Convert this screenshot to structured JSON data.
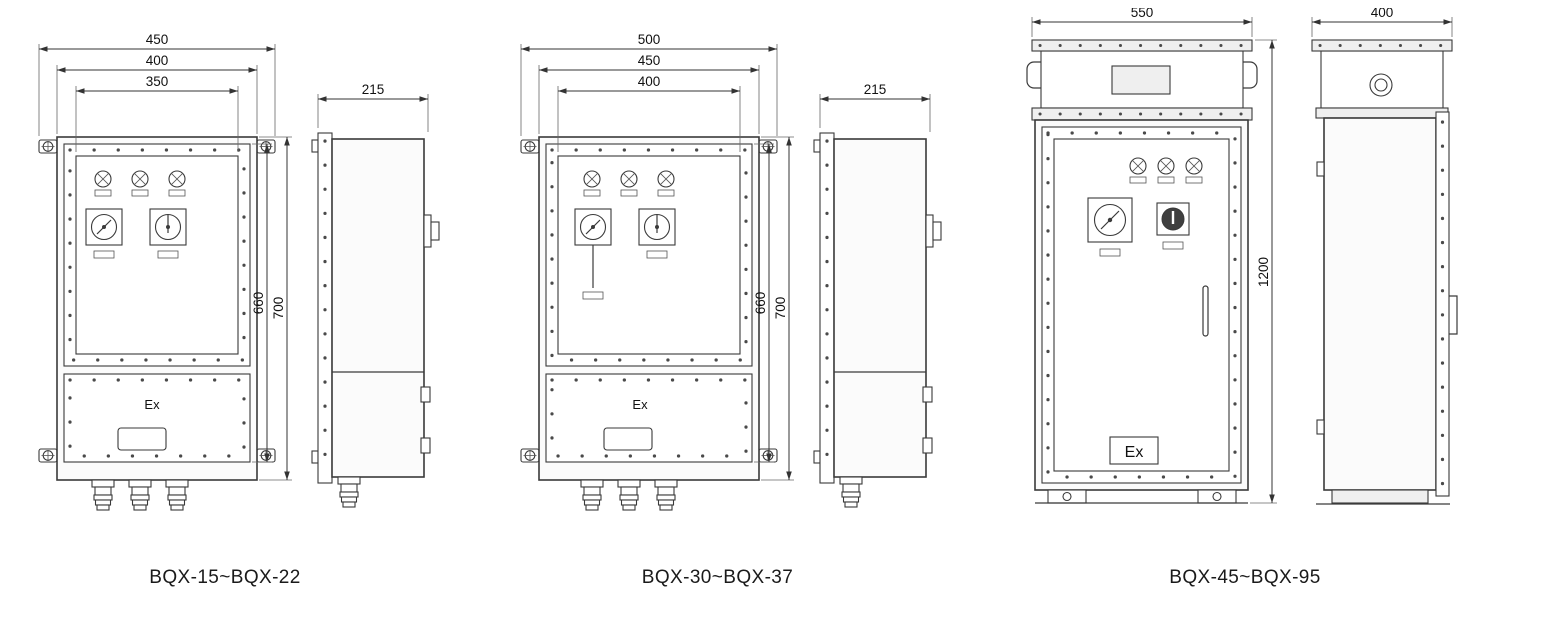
{
  "page": {
    "background": "#ffffff",
    "line_color": "#3a3a3a"
  },
  "diagrams": [
    {
      "caption": "BQX-15~BQX-22",
      "front": {
        "width_dims": [
          "450",
          "400",
          "350"
        ],
        "height_dims": [
          "660",
          "700"
        ],
        "ex_label": "Ex"
      },
      "side": {
        "depth_dim": "215"
      }
    },
    {
      "caption": "BQX-30~BQX-37",
      "front": {
        "width_dims": [
          "500",
          "450",
          "400"
        ],
        "height_dims": [
          "660",
          "700"
        ],
        "ex_label": "Ex"
      },
      "side": {
        "depth_dim": "215"
      }
    },
    {
      "caption": "BQX-45~BQX-95",
      "front": {
        "width_dims": [
          "550"
        ],
        "height_dims": [
          "1200"
        ],
        "ex_label": "Ex"
      },
      "side": {
        "depth_dim": "400"
      }
    }
  ]
}
